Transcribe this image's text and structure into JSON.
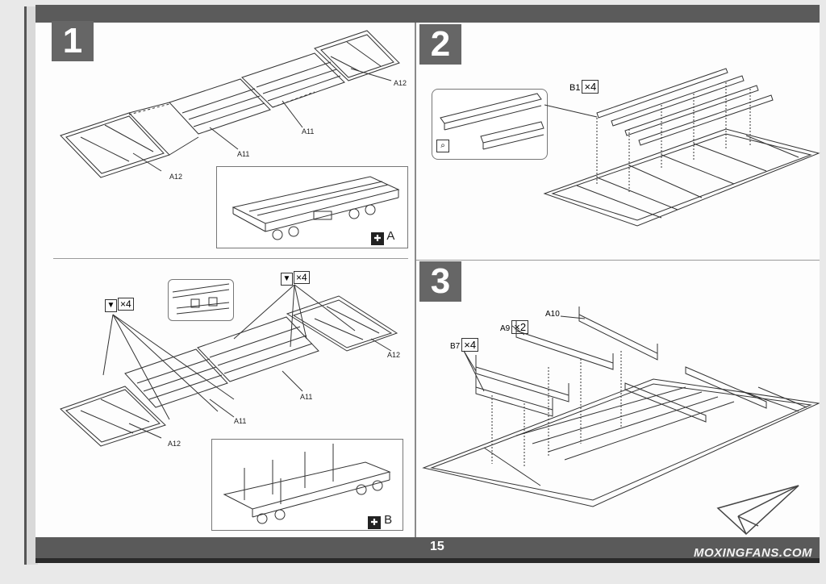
{
  "page": {
    "number": "15",
    "watermark": "MOXINGFANS.COM"
  },
  "steps": [
    {
      "number": "1"
    },
    {
      "number": "2"
    },
    {
      "number": "3"
    }
  ],
  "step1_top": {
    "labels": [
      "A12",
      "A11",
      "A11",
      "A12"
    ],
    "variant": "A"
  },
  "step1_bottom": {
    "multiplier_left": "×4",
    "multiplier_right": "×4",
    "labels": [
      "A12",
      "A11",
      "A11",
      "A12"
    ],
    "variant": "B"
  },
  "step2": {
    "part": "B1",
    "multiplier": "×4"
  },
  "step3": {
    "parts": [
      {
        "name": "B7",
        "multiplier": "×4"
      },
      {
        "name": "A9",
        "multiplier": "×2"
      },
      {
        "name": "A10",
        "multiplier": ""
      }
    ]
  },
  "colors": {
    "band": "#5b5b5b",
    "step_box": "#666666",
    "line": "#333333"
  }
}
